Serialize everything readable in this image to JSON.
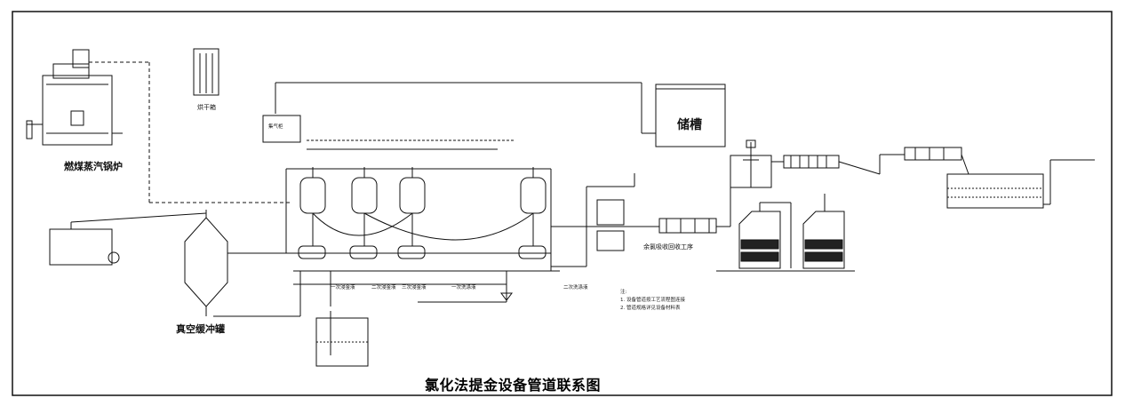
{
  "title": "氯化法提金设备管道联系图",
  "equipment": {
    "boiler": "燃煤蒸汽锅炉",
    "vacuum_buffer": "真空缓冲罐",
    "reservoir": "储槽",
    "small_tank_top": "集气柜",
    "recovery": "余氯吸收回收工序",
    "dryer_small": "烘干箱"
  },
  "notes": {
    "heading": "注:",
    "items": [
      "1. 设备管道按工艺流程图连接",
      "2. 管道规格详见设备材料表"
    ]
  },
  "line_labels": [
    "一次浸金液",
    "二次浸金液",
    "三次浸金液",
    "一次洗涤液",
    "二次洗涤液"
  ],
  "colors": {
    "line": "#111111",
    "background": "#ffffff",
    "frame": "#000000"
  }
}
